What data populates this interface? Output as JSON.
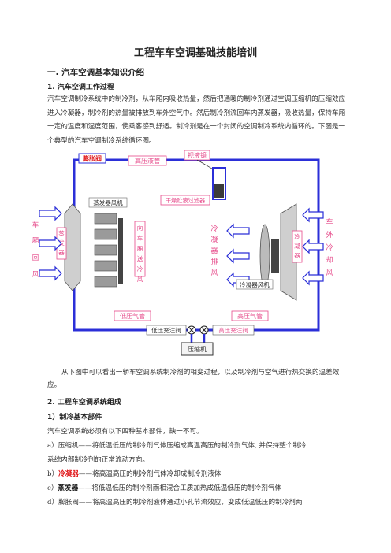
{
  "title": "工程车车空调基础技能培训",
  "section1": "一.  汽车空调基本知识介绍",
  "sub1": "1.  汽车空调工作过程",
  "para1": "汽车空调制冷系统中的制冷剂，从车厢内吸收热量，然后把通暖的制冷剂通过空调压缩机的压缩效应进入冷凝器，制冷剂的热量被排放到车外空气中。然后制冷剂流回车内蒸发器，吸收热量，保持车厢一定的温度和湿度范围，使乘客感到舒适。制冷剂是在一个封闭的空调制冷系统内循环的。下图是一个典型的汽车空调制冷系统循环图。",
  "diagram": {
    "expansion_valve": "膨胀阀",
    "hp_pipe_top": "高压液管",
    "sight_glass": "视液镜",
    "dryer": "干燥贮液过滤器",
    "evap_fan": "蒸发器风机",
    "cabin_air": "车厢回风",
    "evaporator": "蒸发器",
    "cool_air_in": "向车厢送冷风",
    "cond_exhaust": "冷凝器排风",
    "condenser": "冷凝器",
    "outside_air": "车外冷却风",
    "cond_fan": "冷凝器风机",
    "lp_pipe": "低压气管",
    "hp_gas_pipe": "高压气管",
    "lp_valve": "低压充注阀",
    "hp_valve": "高压充注阀",
    "compressor": "压缩机",
    "colors": {
      "line": "#2b2fd8",
      "label": "#e64a8a",
      "red": "#e0181b"
    }
  },
  "para2": "从下图中可以看出一轿车空调系统制冷剂的相变过程，以及制冷剂与空气进行热交换的温差效应。",
  "sub2": "2.  工程车空调系统组成",
  "sub3": "1）制冷基本部件",
  "line1": "汽车空调系统必须有以下四种基本部件，缺一不可。",
  "line2a_prefix": "a）压缩机——",
  "line2a": "将低温低压的制冷剂气体压缩成高温高压的制冷剂气体, 并保持整个制冷",
  "line2b": "系统内部制冷剂的正常流动方向。",
  "line3_prefix": "b）",
  "line3_term": "冷凝器",
  "line3": "——将高温高压的制冷剂气体冷却成制冷剂液体",
  "line4_prefix": "c）",
  "line4_term": "蒸发器",
  "line4": "——将低温低压的制冷剂雨相混合工质加热成低温低压的制冷剂气体",
  "line5": "d）膨胀阀——将高温高压的制冷剂液体通过小孔节流效应，变成低温低压的制冷剂两"
}
